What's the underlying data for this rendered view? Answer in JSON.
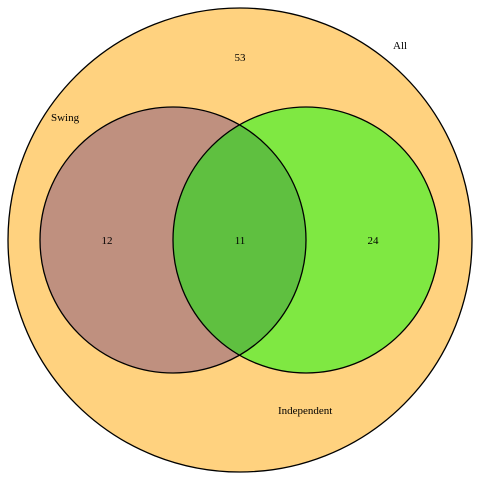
{
  "sets": {
    "all": {
      "label": "All",
      "color": "#FFD27F"
    },
    "swing": {
      "label": "Swing",
      "color": "#BF907F"
    },
    "independent": {
      "label": "Independent",
      "color": "#7FE842"
    }
  },
  "overlap_color": "#5FC040",
  "regions": {
    "all_only": "53",
    "swing_only": "12",
    "swing_and_independent": "11",
    "independent_only": "24"
  }
}
